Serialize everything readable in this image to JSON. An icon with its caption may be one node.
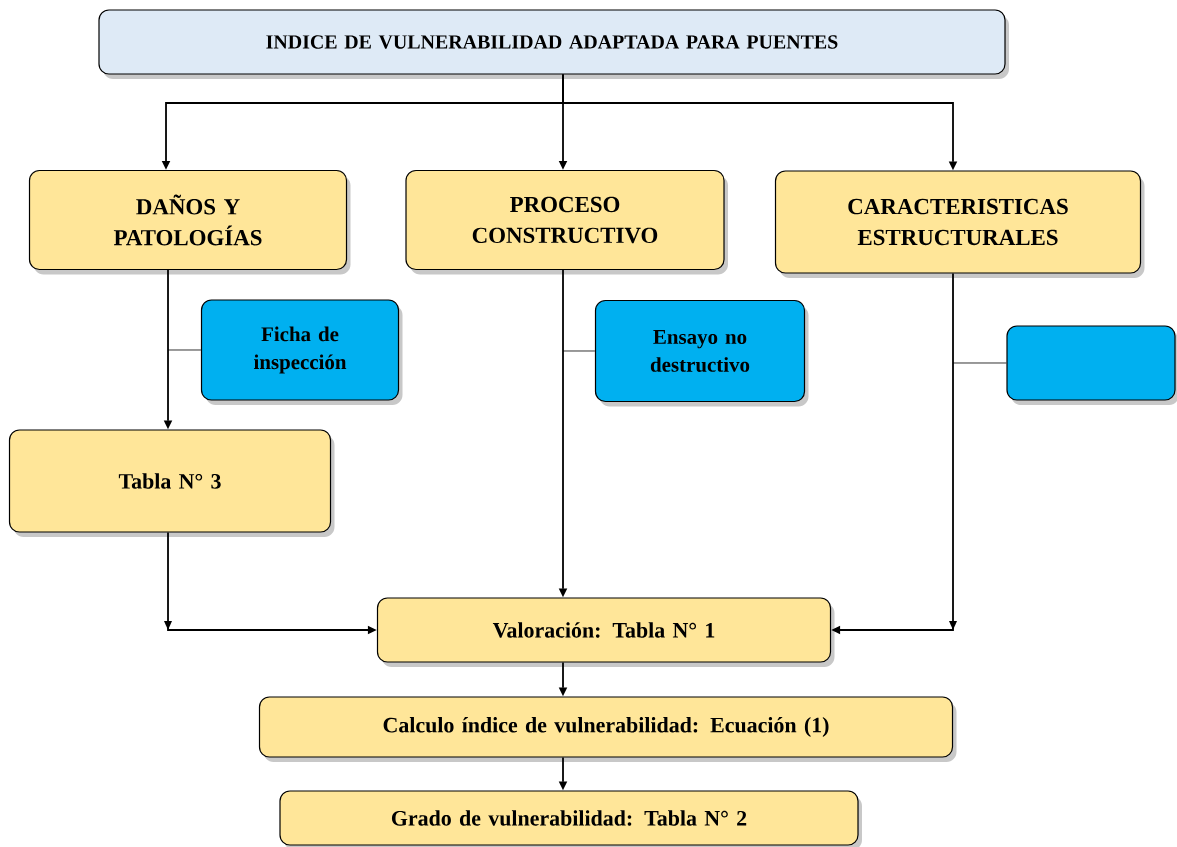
{
  "diagram": {
    "nodes": [
      {
        "text": [
          "INDICE DE VULNERABILIDAD ADAPTADA PARA PUENTES"
        ]
      },
      {
        "text": [
          "DAÑOS Y PATOLOGÍAS"
        ]
      },
      {
        "text": [
          "PROCESO CONSTRUCTIVO"
        ]
      },
      {
        "text": [
          "CARACTERISTICAS ESTRUCTURALES"
        ]
      },
      {
        "text": [
          "Ficha de inspección"
        ]
      },
      {
        "text": [
          "Ensayo no destructivo"
        ]
      },
      {
        "text": [],
        "shape": "box"
      },
      {
        "text": [
          "Tabla N° 3"
        ]
      },
      {
        "text": [
          "Valoración: Tabla N° 1"
        ]
      },
      {
        "text": [
          "Calculo índice de vulnerabilidad: Ecuación (1)"
        ]
      },
      {
        "text": [
          "Grado de vulnerabilidad: Tabla N° 2"
        ]
      }
    ],
    "edges": [
      {
        "from": 0,
        "to": 1,
        "arrow": "to"
      },
      {
        "from": 0,
        "to": 2,
        "arrow": "to"
      },
      {
        "from": 0,
        "to": 3,
        "arrow": "to"
      },
      {
        "from": 4,
        "to": null,
        "arrow": "none"
      },
      {
        "from": 5,
        "to": null,
        "arrow": "none"
      },
      {
        "from": 6,
        "to": null,
        "arrow": "none"
      },
      {
        "from": 1,
        "to": 7,
        "arrow": "to"
      },
      {
        "from": 7,
        "to": 8,
        "arrow": "to"
      },
      {
        "from": 2,
        "to": 8,
        "arrow": "to"
      },
      {
        "from": 3,
        "to": 8,
        "arrow": "to"
      },
      {
        "from": 8,
        "to": 9,
        "arrow": "to"
      },
      {
        "from": 9,
        "to": 10,
        "arrow": "to"
      }
    ]
  }
}
